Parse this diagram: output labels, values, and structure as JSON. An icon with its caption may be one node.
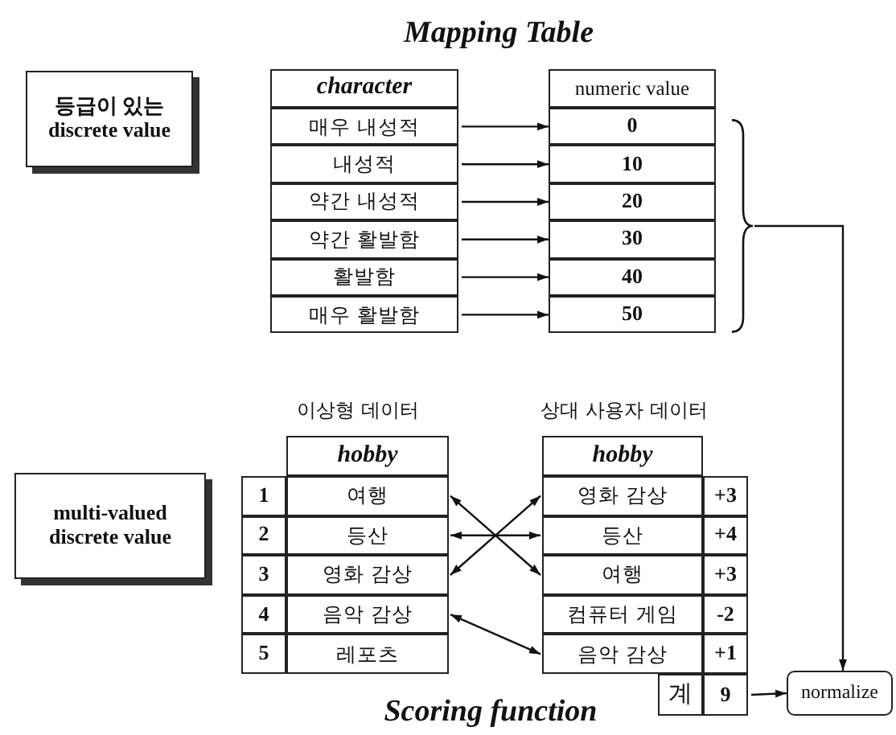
{
  "diagram": {
    "title": "Mapping Table",
    "nodes": [
      {
        "text": [
          "등급이 있는 discrete value"
        ]
      },
      {
        "text": [
          "character"
        ]
      },
      {
        "text": [
          "매우 내성적"
        ]
      },
      {
        "text": [
          "내성적"
        ]
      },
      {
        "text": [
          "약간 내성적"
        ]
      },
      {
        "text": [
          "약간 활발함"
        ]
      },
      {
        "text": [
          "활발함"
        ]
      },
      {
        "text": [
          "매우 활발함"
        ]
      },
      {
        "text": [
          "numeric value"
        ]
      },
      {
        "text": [
          "0"
        ]
      },
      {
        "text": [
          "10"
        ]
      },
      {
        "text": [
          "20"
        ]
      },
      {
        "text": [
          "30"
        ]
      },
      {
        "text": [
          "40"
        ]
      },
      {
        "text": [
          "50"
        ]
      },
      {
        "text": [
          "multi-valued discrete value"
        ]
      },
      {
        "text": [
          "hobby"
        ]
      },
      {
        "text": [
          "여행"
        ]
      },
      {
        "text": [
          "등산"
        ]
      },
      {
        "text": [
          "영화 감상"
        ]
      },
      {
        "text": [
          "음악 감상"
        ]
      },
      {
        "text": [
          "레포츠"
        ]
      },
      {
        "text": [
          "hobby"
        ]
      },
      {
        "text": [
          "영화 감상"
        ]
      },
      {
        "text": [
          "등산"
        ]
      },
      {
        "text": [
          "여행"
        ]
      },
      {
        "text": [
          "컴퓨터 게임"
        ]
      },
      {
        "text": [
          "음악 감상"
        ]
      },
      {
        "text": [
          "9"
        ]
      },
      {
        "text": [
          "normalize"
        ]
      },
      {
        "text": [],
        "shape": "brace"
      },
      {
        "text": [
          "1"
        ]
      },
      {
        "text": [
          "2"
        ]
      },
      {
        "text": [
          "3"
        ]
      },
      {
        "text": [
          "4"
        ]
      },
      {
        "text": [
          "5"
        ]
      },
      {
        "text": [
          "+3"
        ]
      },
      {
        "text": [
          "+4"
        ]
      },
      {
        "text": [
          "+3"
        ]
      },
      {
        "text": [
          "-2"
        ]
      },
      {
        "text": [
          "+1"
        ]
      },
      {
        "text": [
          "계"
        ]
      }
    ],
    "edges": [
      {
        "from": 2,
        "to": 9,
        "arrow": "to"
      },
      {
        "from": 3,
        "to": 10,
        "arrow": "to"
      },
      {
        "from": 4,
        "to": 11,
        "arrow": "to"
      },
      {
        "from": 5,
        "to": 12,
        "arrow": "to"
      },
      {
        "from": 6,
        "to": 13,
        "arrow": "to"
      },
      {
        "from": 7,
        "to": 14,
        "arrow": "to"
      },
      {
        "from": 17,
        "to": 25,
        "arrow": "both"
      },
      {
        "from": 18,
        "to": 24,
        "arrow": "both"
      },
      {
        "from": 19,
        "to": 23,
        "arrow": "both"
      },
      {
        "from": 20,
        "to": 27,
        "arrow": "both"
      },
      {
        "from": 30,
        "to": 29,
        "arrow": "to"
      },
      {
        "from": 28,
        "to": 29,
        "arrow": "to"
      }
    ],
    "labels": [
      "이상형 데이터",
      "상대 사용자 데이터",
      "Scoring function"
    ]
  }
}
